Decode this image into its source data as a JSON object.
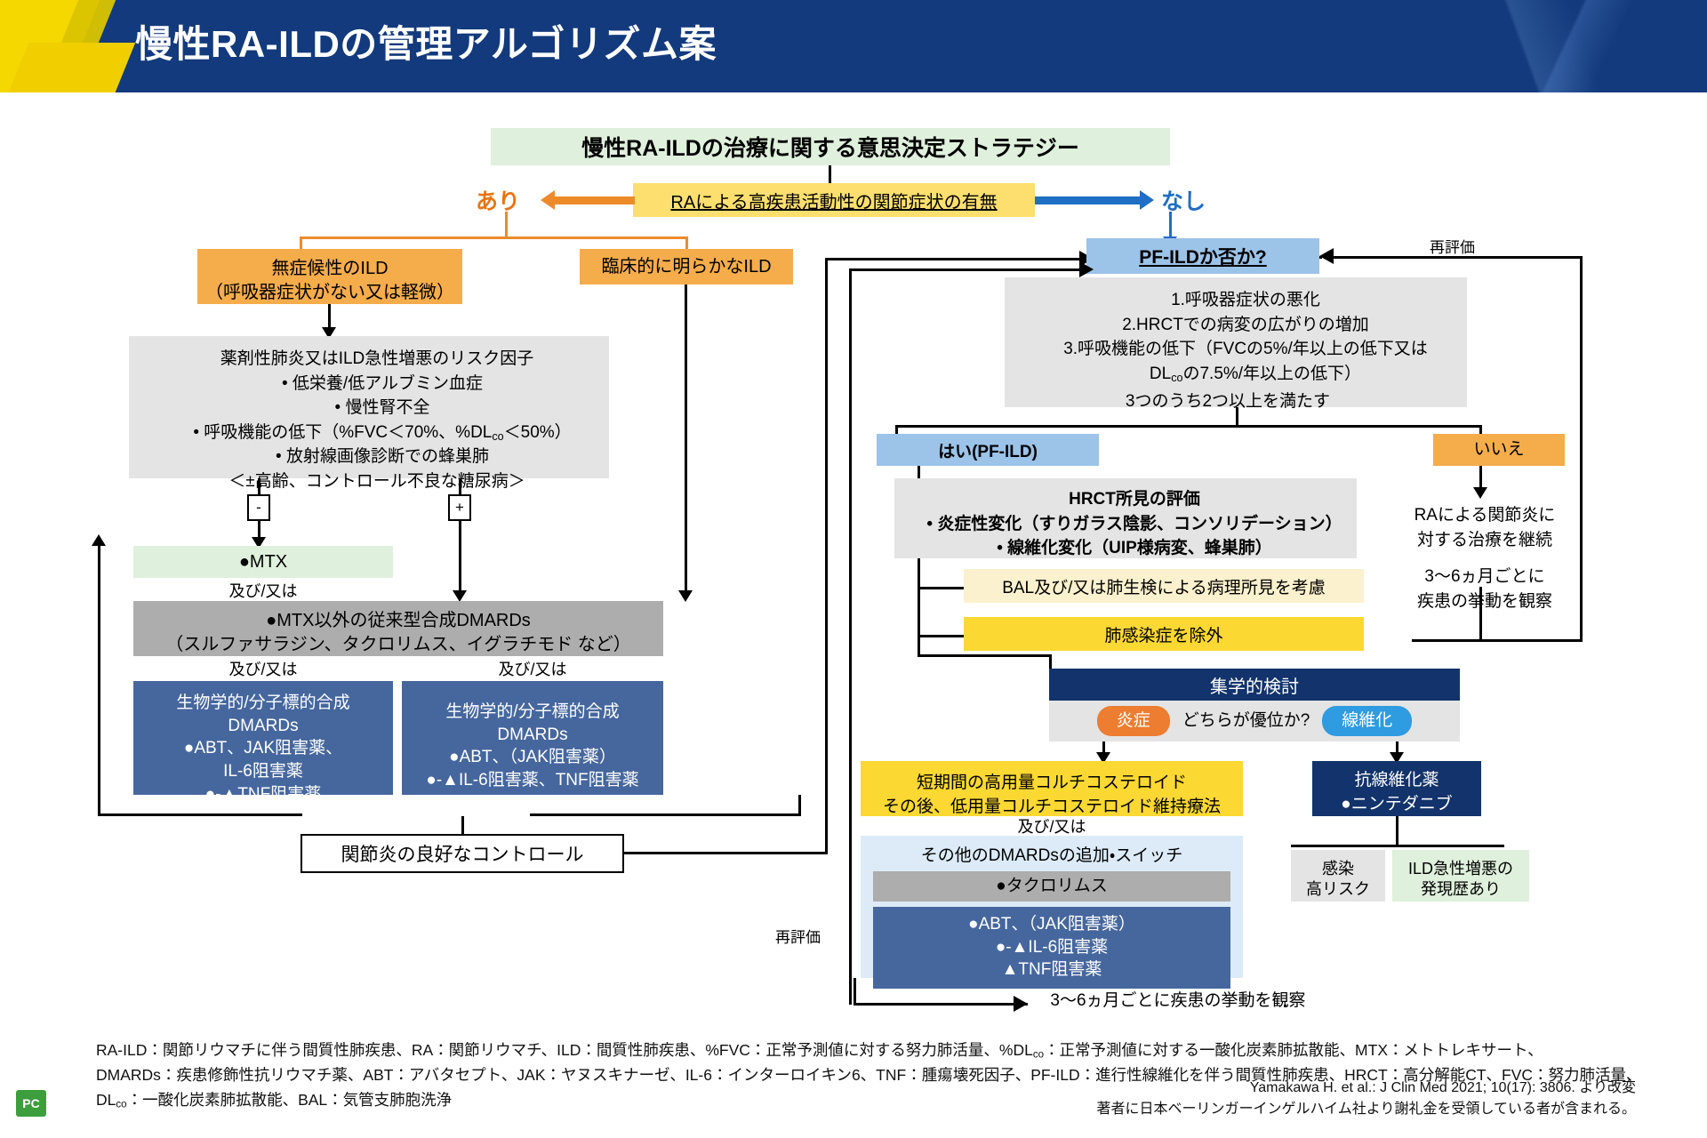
{
  "header": {
    "title": "慢性RA-ILDの管理アルゴリズム案"
  },
  "strategy": {
    "title": "慢性RA-ILDの治療に関する意思決定ストラテジー"
  },
  "question": {
    "text": "RAによる高疾患活動性の関節症状の有無",
    "yes_label": "あり",
    "no_label": "なし"
  },
  "left": {
    "asymptomatic_ild": {
      "line1": "無症候性のILD",
      "line2": "（呼吸器症状がない又は軽微）"
    },
    "clinical_ild": {
      "line1": "臨床的に明らかなILD"
    },
    "risk_factors": {
      "title": "薬剤性肺炎又はILD急性増悪のリスク因子",
      "items": [
        "• 低栄養/低アルブミン血症",
        "• 慢性腎不全",
        "• 呼吸機能の低下（%FVC＜70%、%DLco＜50%）",
        "• 放射線画像診断での蜂巣肺"
      ],
      "note": "＜±高齢、コントロール不良な糖尿病＞"
    },
    "minus_label": "-",
    "plus_label": "+",
    "mtx": "●MTX",
    "and_or_1": "及び/又は",
    "csdmards": {
      "line1": "●MTX以外の従来型合成DMARDs",
      "line2": "（スルファサラジン、タクロリムス、イグラチモド など）"
    },
    "and_or_2": "及び/又は",
    "and_or_3": "及び/又は",
    "bdmards_left": {
      "line1": "生物学的/分子標的合成",
      "line2": "DMARDs",
      "line3": "●ABT、JAK阻害薬、",
      "line4": "IL-6阻害薬",
      "line5": "●-▲TNF阻害薬"
    },
    "bdmards_right": {
      "line1": "生物学的/分子標的合成",
      "line2": "DMARDs",
      "line3": "●ABT、（JAK阻害薬）",
      "line4": "●-▲IL-6阻害薬、TNF阻害薬"
    },
    "good_control": "関節炎の良好なコントロール"
  },
  "right": {
    "pf_ild_question": "PF-ILDか否か?",
    "reassess_top": "再評価",
    "reassess_left": "再評価",
    "criteria": {
      "item1": "1.呼吸器症状の悪化",
      "item2": "2.HRCTでの病変の広がりの増加",
      "item3a": "3.呼吸機能の低下（FVCの5%/年以上の低下又は",
      "item3b": "DLcoの7.5%/年以上の低下）",
      "summary": "3つのうち2つ以上を満たす"
    },
    "yes_pfild": "はい(PF-ILD)",
    "no_label": "いいえ",
    "no_branch": {
      "line1": "RAによる関節炎に",
      "line2": "対する治療を継続",
      "line3": "3〜6ヵ月ごとに",
      "line4": "疾患の挙動を観察"
    },
    "hrct": {
      "title": "HRCT所見の評価",
      "item1": "• 炎症性変化（すりガラス陰影、コンソリデーション）",
      "item2": "• 線維化変化（UIP様病変、蜂巣肺）"
    },
    "bal": "BAL及び/又は肺生検による病理所見を考慮",
    "infection": "肺感染症を除外",
    "mdd": {
      "title": "集学的検討",
      "inflammation": "炎症",
      "which": "どちらが優位か?",
      "fibrosis": "線維化"
    },
    "steroid": {
      "line1": "短期間の高用量コルチコステロイド",
      "line2": "その後、低用量コルチコステロイド維持療法"
    },
    "and_or": "及び/又は",
    "other_dmards": {
      "title": "その他のDMARDsの追加・スイッチ",
      "tacrolimus": "●タクロリムス",
      "line1": "●ABT、（JAK阻害薬）",
      "line2": "●-▲IL-6阻害薬",
      "line3": "▲TNF阻害薬"
    },
    "antifibrotic": {
      "line1": "抗線維化薬",
      "line2": "●ニンテダニブ"
    },
    "infection_risk": {
      "line1": "感染",
      "line2": "高リスク"
    },
    "ae_history": {
      "line1": "ILD急性増悪の",
      "line2": "発現歴あり"
    },
    "observe": "3〜6ヵ月ごとに疾患の挙動を観察"
  },
  "footnotes": {
    "line1": "RA-ILD：関節リウマチに伴う間質性肺疾患、RA：関節リウマチ、ILD：間質性肺疾患、%FVC：正常予測値に対する努力肺活量、%DLco：正常予測値に対する一酸化炭素肺拡散能、MTX：メトトレキサート、",
    "line2": "DMARDs：疾患修飾性抗リウマチ薬、ABT：アバタセプト、JAK：ヤヌスキナーゼ、IL-6：インターロイキン6、TNF：腫瘍壊死因子、PF-ILD：進行性線維化を伴う間質性肺疾患、HRCT：高分解能CT、FVC：努力肺活量、",
    "line3": "DLco：一酸化炭素肺拡散能、BAL：気管支肺胞洗浄"
  },
  "credit": {
    "line1": "Yamakawa H. et al.: J Clin Med 2021; 10(17): 3806. より改変",
    "line2": "著者に日本ベーリンガーインゲルハイム社より謝礼金を受領している者が含まれる。"
  },
  "logo": {
    "text": "PC"
  }
}
